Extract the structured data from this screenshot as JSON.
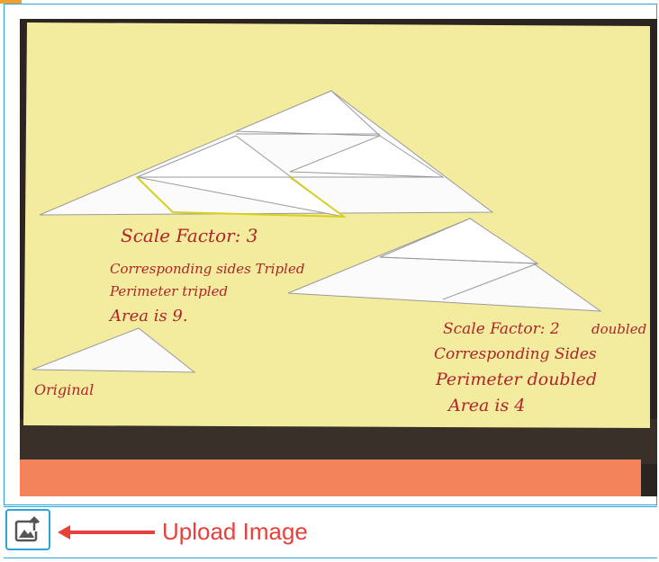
{
  "photo": {
    "alt": "",
    "annotations": {
      "big_scale": "Scale Factor: 3",
      "big_sides": "Corresponding sides Tripled",
      "big_perimeter": "Perimeter tripled",
      "big_area": "Area is 9.",
      "mid_scale": "Scale Factor: 2",
      "mid_doubled": "doubled",
      "mid_sides": "Corresponding Sides",
      "mid_perimeter": "Perimeter doubled",
      "mid_area": "Area is 4",
      "original": "Original"
    }
  },
  "toolbar": {
    "upload_label": "Upload Image",
    "upload_icon": "image-upload-icon"
  },
  "colors": {
    "accent": "#29a3d8",
    "callout": "#e8413b",
    "paper": "#f3ec9e",
    "ink": "#b0242a"
  }
}
